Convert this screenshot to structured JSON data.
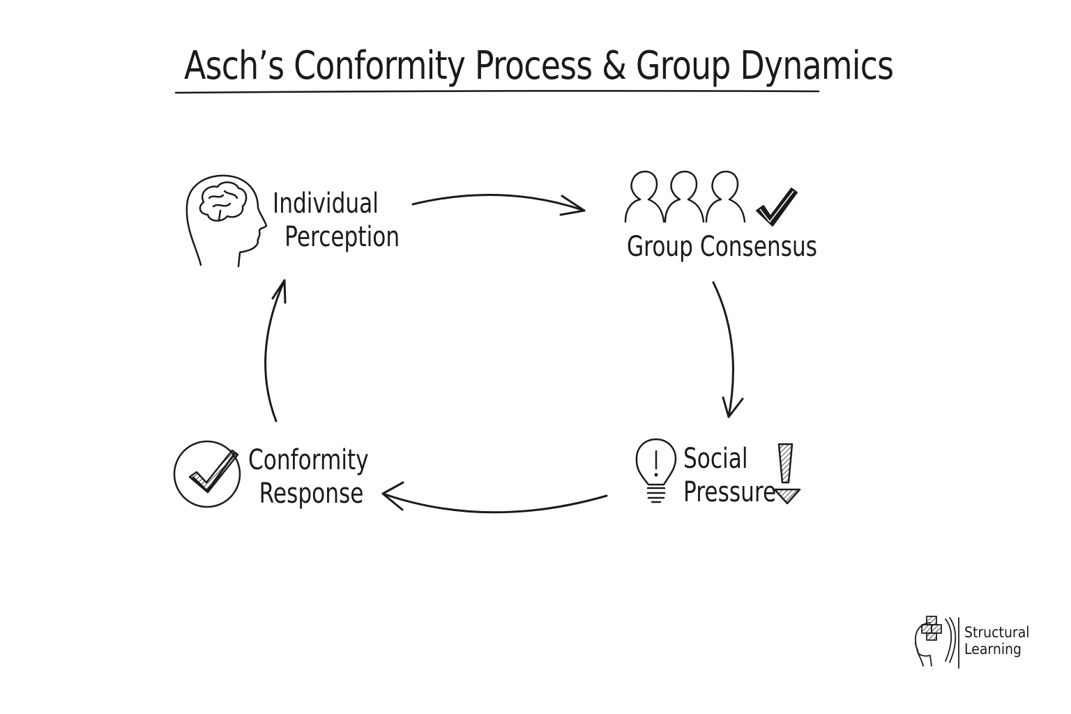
{
  "title": "Asch’s Conformity Process & Group Dynamics",
  "nodes": {
    "individual_perception": {
      "line1": "Individual",
      "line2": "Perception",
      "icon": "head-brain-icon"
    },
    "group_consensus": {
      "line1": "Group Consensus",
      "icon": "people-group-icon",
      "badge_icon": "checkmark-icon"
    },
    "social_pressure": {
      "line1": "Social",
      "line2": "Pressure",
      "icon": "lightbulb-exclamation-icon",
      "badge_icon": "exclamation-icon"
    },
    "conformity_response": {
      "line1": "Conformity",
      "line2": "Response",
      "icon": "circle-check-icon"
    }
  },
  "logo": {
    "line1": "Structural",
    "line2": "Learning",
    "icon": "head-puzzle-logo-icon"
  },
  "colors": {
    "ink": "#1a1a1a",
    "background": "#ffffff"
  }
}
